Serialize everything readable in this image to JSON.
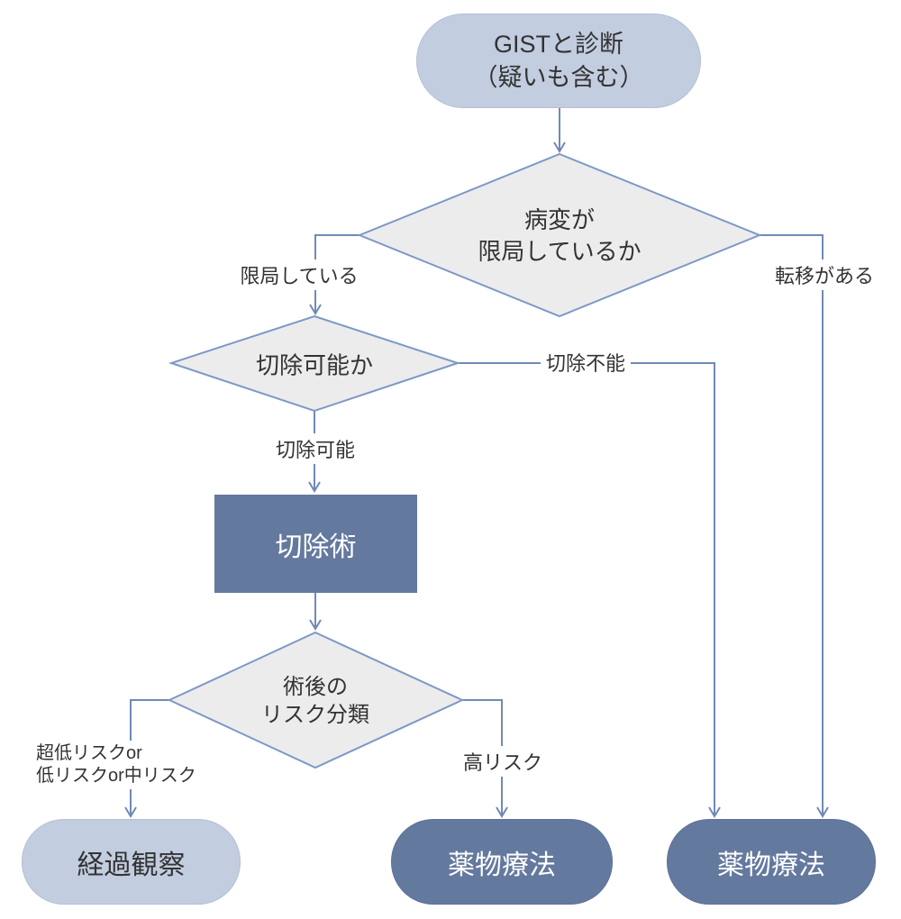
{
  "diagram": {
    "nodes": {
      "start": {
        "lines": [
          "GISTと診断",
          "（疑いも含む）"
        ]
      },
      "decision_lesion": {
        "lines": [
          "病変が",
          "限局しているか"
        ]
      },
      "decision_resectable": {
        "label": "切除可能か"
      },
      "process_resection": {
        "label": "切除術"
      },
      "decision_risk": {
        "lines": [
          "術後の",
          "リスク分類"
        ]
      },
      "outcome_followup": {
        "label": "経過観察"
      },
      "outcome_drug_center": {
        "label": "薬物療法"
      },
      "outcome_drug_right": {
        "label": "薬物療法"
      }
    },
    "edges": {
      "localized": "限局している",
      "metastasis": "転移がある",
      "resectable": "切除可能",
      "unresectable": "切除不能",
      "low_risk_line1": "超低リスクor",
      "low_risk_line2": "低リスクor中リスク",
      "high_risk": "高リスク"
    },
    "colors": {
      "light_node_fill": "#c3cde0",
      "dark_node_fill": "#64799e",
      "decision_fill": "#ececec",
      "decision_border": "#7e98c6",
      "connector": "#7189b7",
      "text_dark": "#333333",
      "text_light": "#ffffff"
    }
  }
}
